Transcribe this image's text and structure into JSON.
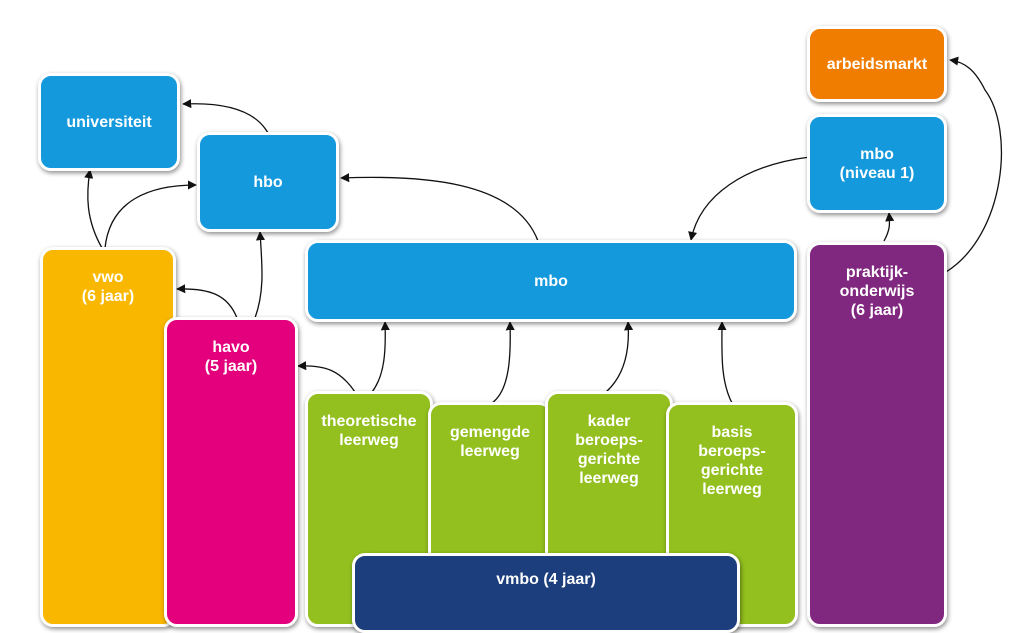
{
  "boxes": {
    "universiteit": "universiteit",
    "hbo": "hbo",
    "arbeidsmarkt": "arbeidsmarkt",
    "mbo_niveau1": "mbo\n(niveau 1)",
    "mbo": "mbo",
    "vwo": "vwo\n(6 jaar)",
    "havo": "havo\n(5 jaar)",
    "praktijkonderwijs": "praktijk-\nonderwijs\n(6 jaar)",
    "theoretische_leerweg": "theoretische\nleerweg",
    "gemengde_leerweg": "gemengde\nleerweg",
    "kader_beroepsgerichte_leerweg": "kader\nberoeps-\ngerichte\nleerweg",
    "basis_beroepsgerichte_leerweg": "basis\nberoeps-\ngerichte\nleerweg",
    "vmbo": "vmbo (4 jaar)"
  },
  "colors": {
    "blue": "#1499dc",
    "orange": "#f07d00",
    "yellow": "#f9b700",
    "pink": "#e4007c",
    "green": "#93c01f",
    "purple": "#80277f",
    "navy": "#1d3e7c"
  }
}
